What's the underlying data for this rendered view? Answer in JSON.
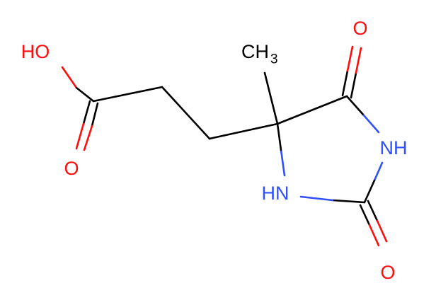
{
  "molecule": {
    "atoms": {
      "hydroxyl": "HO",
      "carbonyl_oxygen_acid": "O",
      "methyl": "CH",
      "methyl_subscript": "3",
      "carbonyl_oxygen_c5": "O",
      "ring_nh_n3": "NH",
      "ring_nh_n1": "HN",
      "carbonyl_oxygen_c2": "O"
    },
    "colors": {
      "carbon": "#000000",
      "oxygen": "#ff0d0d",
      "nitrogen": "#3050f8",
      "background": "#ffffff"
    }
  }
}
